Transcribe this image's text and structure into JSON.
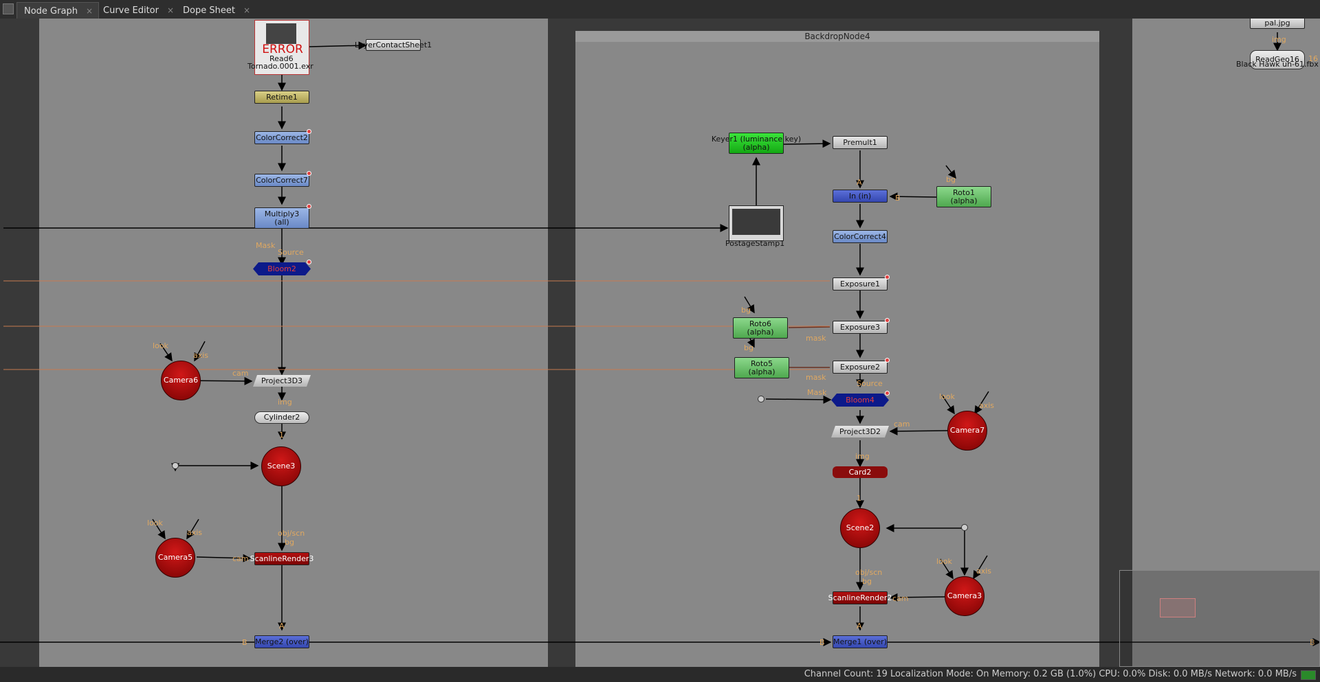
{
  "tabs": [
    {
      "label": "Node Graph"
    },
    {
      "label": "Curve Editor"
    },
    {
      "label": "Dope Sheet"
    }
  ],
  "tab_close_glyph": "×",
  "backdrop": {
    "title": "BackdropNode4"
  },
  "nodes": {
    "read6": {
      "error": "ERROR",
      "name": "Read6",
      "file": "Tornado.0001.exr"
    },
    "layer_contact_sheet": "LayerContactSheet1",
    "retime1": "Retime1",
    "colorcorrect2": "ColorCorrect2",
    "colorcorrect7": "ColorCorrect7",
    "multiply3": "Multiply3\n(all)",
    "bloom2": "Bloom2",
    "camera6": "Camera6",
    "project3d3": "Project3D3",
    "cylinder2": "Cylinder2",
    "scene3": "Scene3",
    "camera5": "Camera5",
    "scanlinerender3": "ScanlineRender3",
    "merge2": "Merge2 (over)",
    "keyer1": "Keyer1 (luminance key)\n(alpha)",
    "postagestamp1": "PostageStamp1",
    "premult1": "Premult1",
    "in_in": "In (in)",
    "roto1": "Roto1\n(alpha)",
    "colorcorrect4": "ColorCorrect4",
    "exposure1": "Exposure1",
    "roto6": "Roto6\n(alpha)",
    "exposure3": "Exposure3",
    "roto5": "Roto5\n(alpha)",
    "exposure2": "Exposure2",
    "bloom4": "Bloom4",
    "project3d2": "Project3D2",
    "camera7": "Camera7",
    "card2": "Card2",
    "scene2": "Scene2",
    "scanlinerender2": "ScanlineRender2",
    "camera3": "Camera3",
    "merge1": "Merge1 (over)",
    "pal": "pal.jpg",
    "readgeo16": "ReadGeo16",
    "readgeo16_file": "Black Hawk uh-61.fbx"
  },
  "input_labels": {
    "mask": "Mask",
    "source": "Source",
    "look": "look",
    "axis": "axis",
    "cam": "cam",
    "img": "img",
    "one": "1",
    "obj_scn": "obj/scn",
    "bg": "bg",
    "b": "B",
    "a": "A",
    "mask_lower": "mask",
    "num_16": "16"
  },
  "status": "Channel Count: 19 Localization Mode: On Memory: 0.2 GB (1.0%) CPU: 0.0% Disk: 0.0 MB/s Network: 0.0 MB/s"
}
